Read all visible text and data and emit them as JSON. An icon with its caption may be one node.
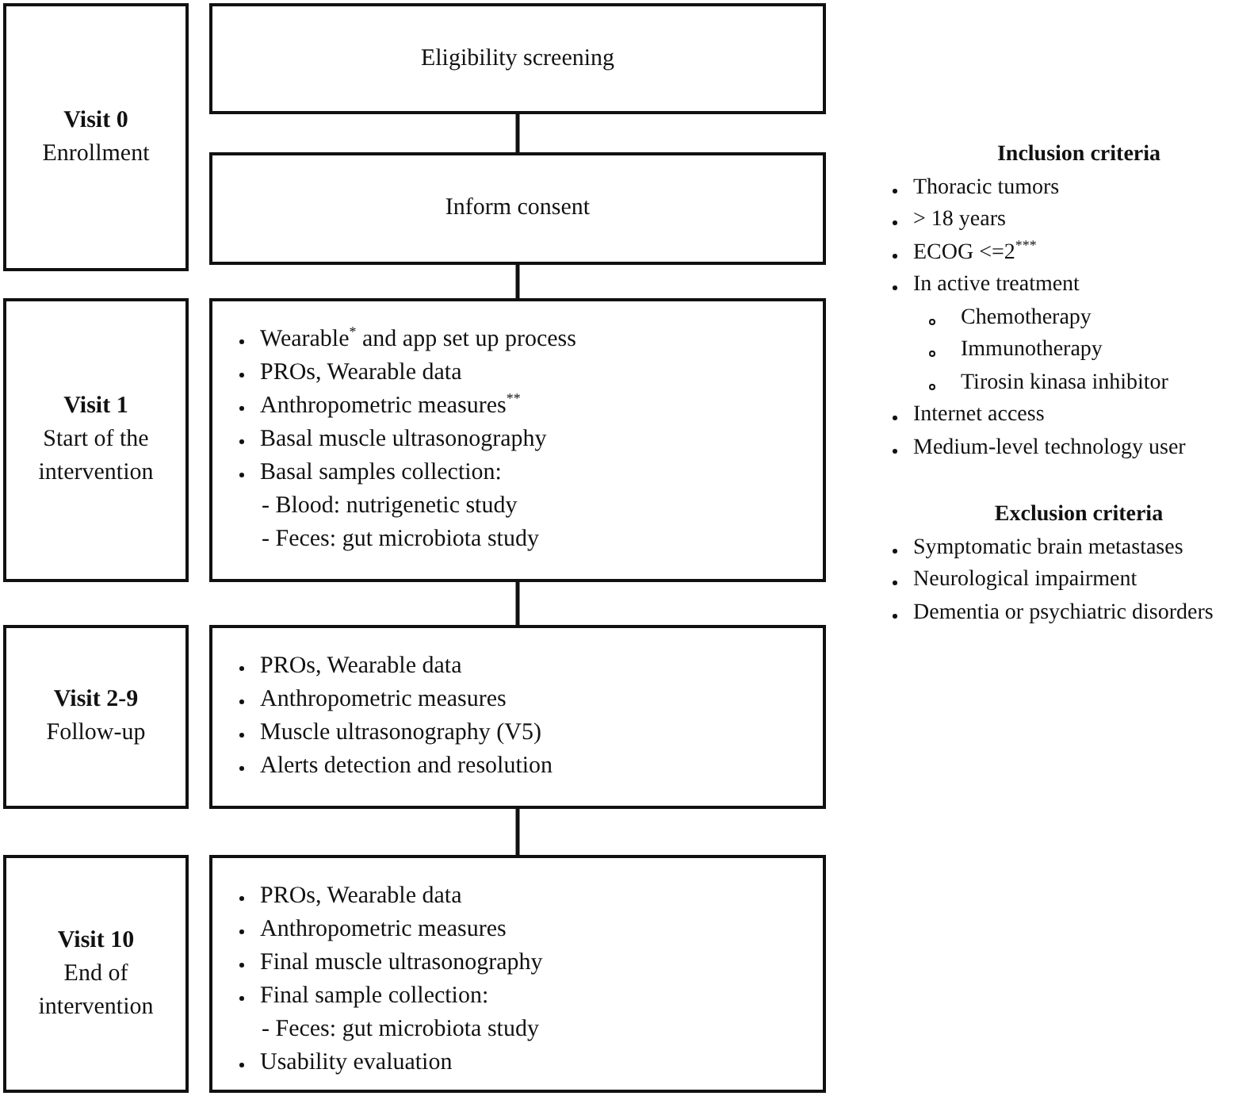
{
  "diagram": {
    "nodes": [
      {
        "text": [
          "Visit 0",
          "Enrollment"
        ]
      },
      {
        "text": [
          "Eligibility screening"
        ]
      },
      {
        "text": [
          "Inform consent"
        ]
      },
      {
        "text": [
          "Visit 1",
          "Start of the intervention"
        ]
      },
      {
        "text": [
          "Wearable$^{*}$ and app set up process",
          "PROs, Wearable data",
          "Anthropometric measures$^{**}$",
          "Basal muscle ultrasonography",
          "Basal samples collection:",
          "- Blood: nutrigenetic study",
          "- Feces: gut microbiota study"
        ]
      },
      {
        "text": [
          "Visit 2-9",
          "Follow-up"
        ]
      },
      {
        "text": [
          "PROs, Wearable data",
          "Anthropometric measures",
          "Muscle ultrasonography (V5)",
          "Alerts detection and resolution"
        ]
      },
      {
        "text": [
          "Visit 10",
          "End of intervention"
        ]
      },
      {
        "text": [
          "PROs, Wearable data",
          "Anthropometric measures",
          "Final muscle ultrasonography",
          "Final sample collection:",
          "- Feces: gut microbiota study",
          "Usability evaluation"
        ]
      }
    ],
    "edges": [
      {
        "from": 1,
        "to": 2,
        "arrow": "none"
      },
      {
        "from": 2,
        "to": 4,
        "arrow": "none"
      },
      {
        "from": 4,
        "to": 6,
        "arrow": "none"
      },
      {
        "from": 6,
        "to": 8,
        "arrow": "none"
      }
    ],
    "labels": [
      "Inclusion criteria",
      "Thoracic tumors",
      "> 18 years",
      "ECOG  <=2$^{***}$",
      "In active treatment",
      "Chemotherapy",
      "Immunotherapy",
      "Tirosin kinasa inhibitor",
      "Internet access",
      "Medium-level technology user",
      "Exclusion criteria",
      "Symptomatic brain metastases",
      "Neurological impairment",
      "Dementia or psychiatric disorders"
    ]
  }
}
